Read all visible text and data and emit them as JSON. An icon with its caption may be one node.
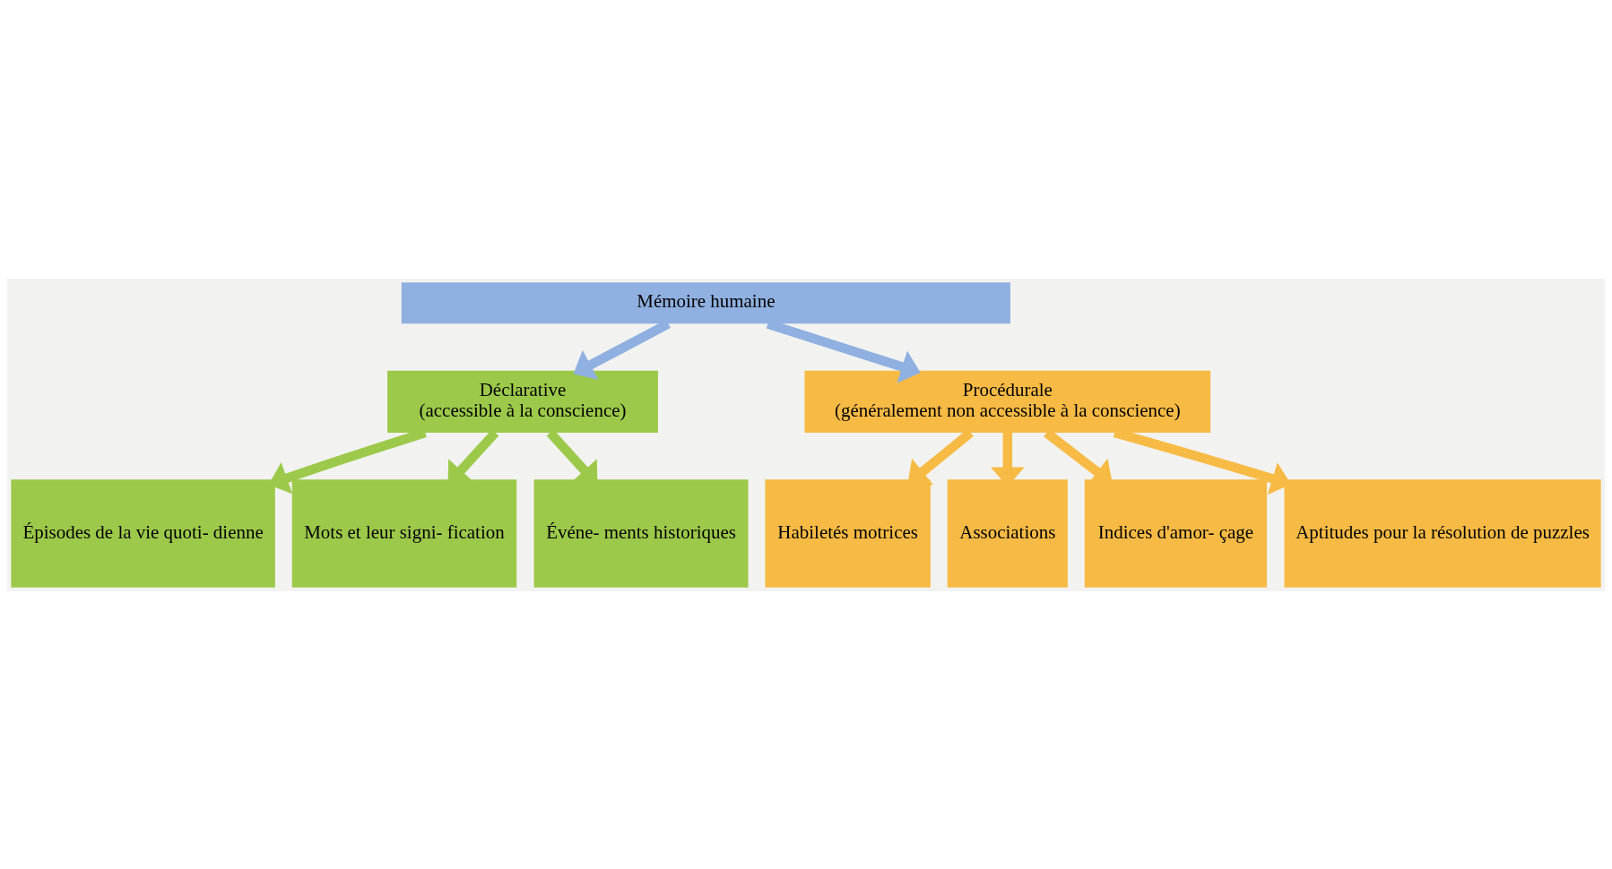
{
  "diagram": {
    "nodes": [
      {
        "text": [
          "Mémoire humaine"
        ]
      },
      {
        "text": [
          "Déclarative",
          "(accessible à la conscience)"
        ]
      },
      {
        "text": [
          "Procédurale",
          "(généralement non accessible à la conscience)"
        ]
      },
      {
        "text": [
          "Épisodes de la vie quoti- dienne"
        ]
      },
      {
        "text": [
          "Mots et leur signi- fication"
        ]
      },
      {
        "text": [
          "Événe- ments historiques"
        ]
      },
      {
        "text": [
          "Habiletés motrices"
        ]
      },
      {
        "text": [
          "Associations"
        ]
      },
      {
        "text": [
          "Indices d'amor- çage"
        ]
      },
      {
        "text": [
          "Aptitudes pour la résolution de puzzles"
        ]
      }
    ],
    "edges": [
      {
        "from": 0,
        "to": 1,
        "arrow": "to",
        "color": "#8fb0e0"
      },
      {
        "from": 0,
        "to": 2,
        "arrow": "to",
        "color": "#8fb0e0"
      },
      {
        "from": 1,
        "to": 3,
        "arrow": "to",
        "color": "#9cc94a"
      },
      {
        "from": 1,
        "to": 4,
        "arrow": "to",
        "color": "#9cc94a"
      },
      {
        "from": 1,
        "to": 5,
        "arrow": "to",
        "color": "#9cc94a"
      },
      {
        "from": 2,
        "to": 6,
        "arrow": "to",
        "color": "#f7bb45"
      },
      {
        "from": 2,
        "to": 7,
        "arrow": "to",
        "color": "#f7bb45"
      },
      {
        "from": 2,
        "to": 8,
        "arrow": "to",
        "color": "#f7bb45"
      },
      {
        "from": 2,
        "to": 9,
        "arrow": "to",
        "color": "#f7bb45"
      }
    ]
  }
}
